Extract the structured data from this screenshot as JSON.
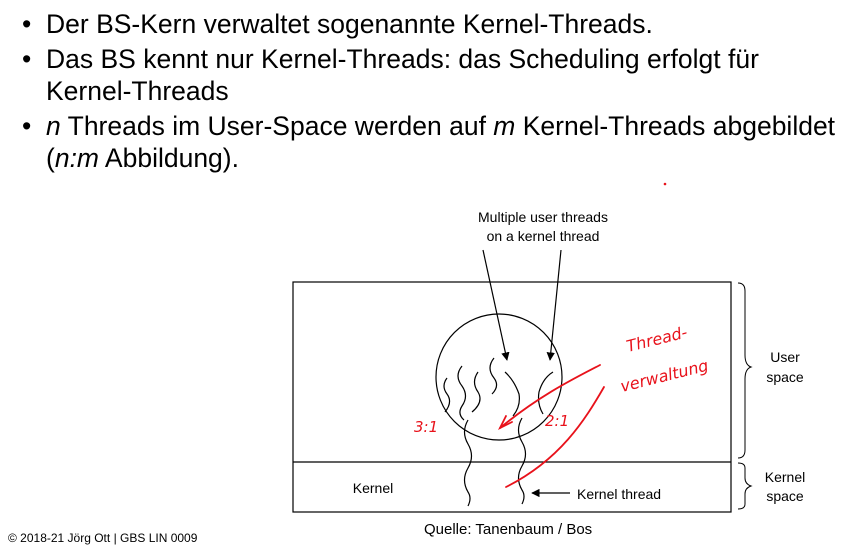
{
  "bullets": {
    "b1": "Der BS-Kern verwaltet sogenannte Kernel-Threads.",
    "b2": "Das BS kennt nur Kernel-Threads: das Scheduling erfolgt für Kernel-Threads",
    "b3_n": "n",
    "b3_a": " Threads im User-Space werden auf ",
    "b3_m": "m",
    "b3_b": " Kernel-Threads abgebildet (",
    "b3_nm": "n:m",
    "b3_c": " Abbildung)."
  },
  "diagram": {
    "callout_line1": "Multiple user threads",
    "callout_line2": "on a kernel thread",
    "user_space_line1": "User",
    "user_space_line2": "space",
    "kernel_space_line1": "Kernel",
    "kernel_space_line2": "space",
    "kernel_label": "Kernel",
    "kernel_thread_label": "Kernel thread"
  },
  "annotations": {
    "ratio_left": "3:1",
    "ratio_right": "2:1",
    "note_line1": "Thread-",
    "note_line2": "verwaltung",
    "ink_color": "#e8121b"
  },
  "source": "Quelle: Tanenbaum / Bos",
  "footer": "© 2018-21 Jörg Ott | GBS LIN 0009"
}
